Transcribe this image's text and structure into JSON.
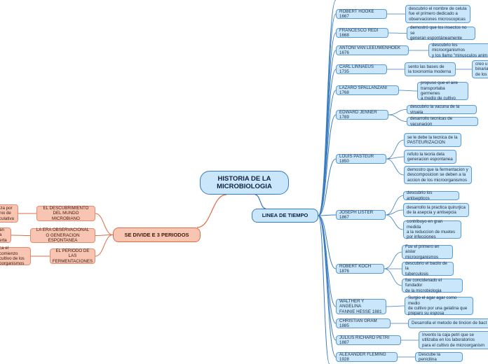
{
  "root": {
    "title": "HISTORIA DE LA\nMICROBIOLOGIA"
  },
  "left_branch": {
    "title": "SE DIVIDE E 3 PERIODOS",
    "periods": [
      {
        "label": "EL DESCUBRIMIENTO\nDEL MUNDO MICROBIANO",
        "detail": "iza por\nnio de\nculativa"
      },
      {
        "label": "LA ERA OBSERVACIONAL\nO GENERACION ESPONTANEA",
        "detail": "an a\nerta"
      },
      {
        "label": "EL PERIODO DE LAS\nFERMENTACIONES",
        "detail": "ca el comienzo\ncultivo de  los\noorganismos"
      }
    ]
  },
  "timeline": {
    "title": "LINEA DE TIEMPO",
    "entries": [
      {
        "name": "ROBERT  HOOKE 1667",
        "notes": [
          "descubrio el nombre de celula\nfue el primero dedicado a\nobservaciones microscopicas"
        ]
      },
      {
        "name": "FRANCESCO REDI 1668",
        "notes": [
          "demostró que los insectos no se\ngeneran espontáneamente"
        ]
      },
      {
        "name": "ANTONI VAN LEEUWENHOEK 1676",
        "notes": [
          "descubrio los microorganismos\ny los llamo \"minusculos anim"
        ]
      },
      {
        "name": "CARL LINNAEUS   1735",
        "notes": [
          "sento las bases de\nla toxonomia moderna"
        ],
        "sub_note": "creo u\nbinaria\nde los"
      },
      {
        "name": "LAZARO SPALLANZANI  1768",
        "notes": [
          "propuso que el aire\ntransportaba germenes\na medio de cultivo"
        ]
      },
      {
        "name": "EDWARD JENNER   1789",
        "notes": [
          "descubrio la vacuna de la viruela",
          "desarrollo tecnicas de vacunacion"
        ]
      },
      {
        "name": "LOUIS PASTEUR   1850",
        "notes": [
          "se le debe la tecnica de la\nPASTEURIZACION",
          "refuto la teoria dela\ngeneracion espontanea",
          "demostro que la fermentacion y\ndescomposicion se deben a la\naccion de los microorganismos"
        ]
      },
      {
        "name": "JOSEPH LISTER   1867",
        "notes": [
          "descubrio los antisepticos",
          "desarrollo la practica quirurjica\nde la asepcia y antisepcia",
          "contribuyo en gran medida\na la reduccion de muetes\npor infecciones"
        ]
      },
      {
        "name": "ROBERT  KOCH   1876",
        "notes": [
          "Fue el primero en aislar\nmicroorganismos",
          "descubrio el bacilo de la\ntuberculosis",
          "fue concidenado el fundador\nde la microbiologia"
        ]
      },
      {
        "name": "WALTHER Y ANGELINA\nFANNIE HESSE 1881",
        "notes": [
          "Surgio el agar agar como medio\nde cultivo por una gelatina que\npreparo su esposa"
        ]
      },
      {
        "name": "CHRISTIAN GRAM   1885",
        "notes": [
          "Desarrolla el metodo de tincion de bact"
        ]
      },
      {
        "name": "JULIUS RICHARD PETRI   1887",
        "notes": [
          "Invento la caja petri que se\nutilizaba en los laboratorios\npara el cultivo de microorganism"
        ]
      },
      {
        "name": "ALEXANDER FLEMING   1928",
        "notes": [
          "Descube la penicilina"
        ]
      }
    ]
  },
  "colors": {
    "timeline_line": "#3a7cc2",
    "periods_line": "#e06b45"
  }
}
